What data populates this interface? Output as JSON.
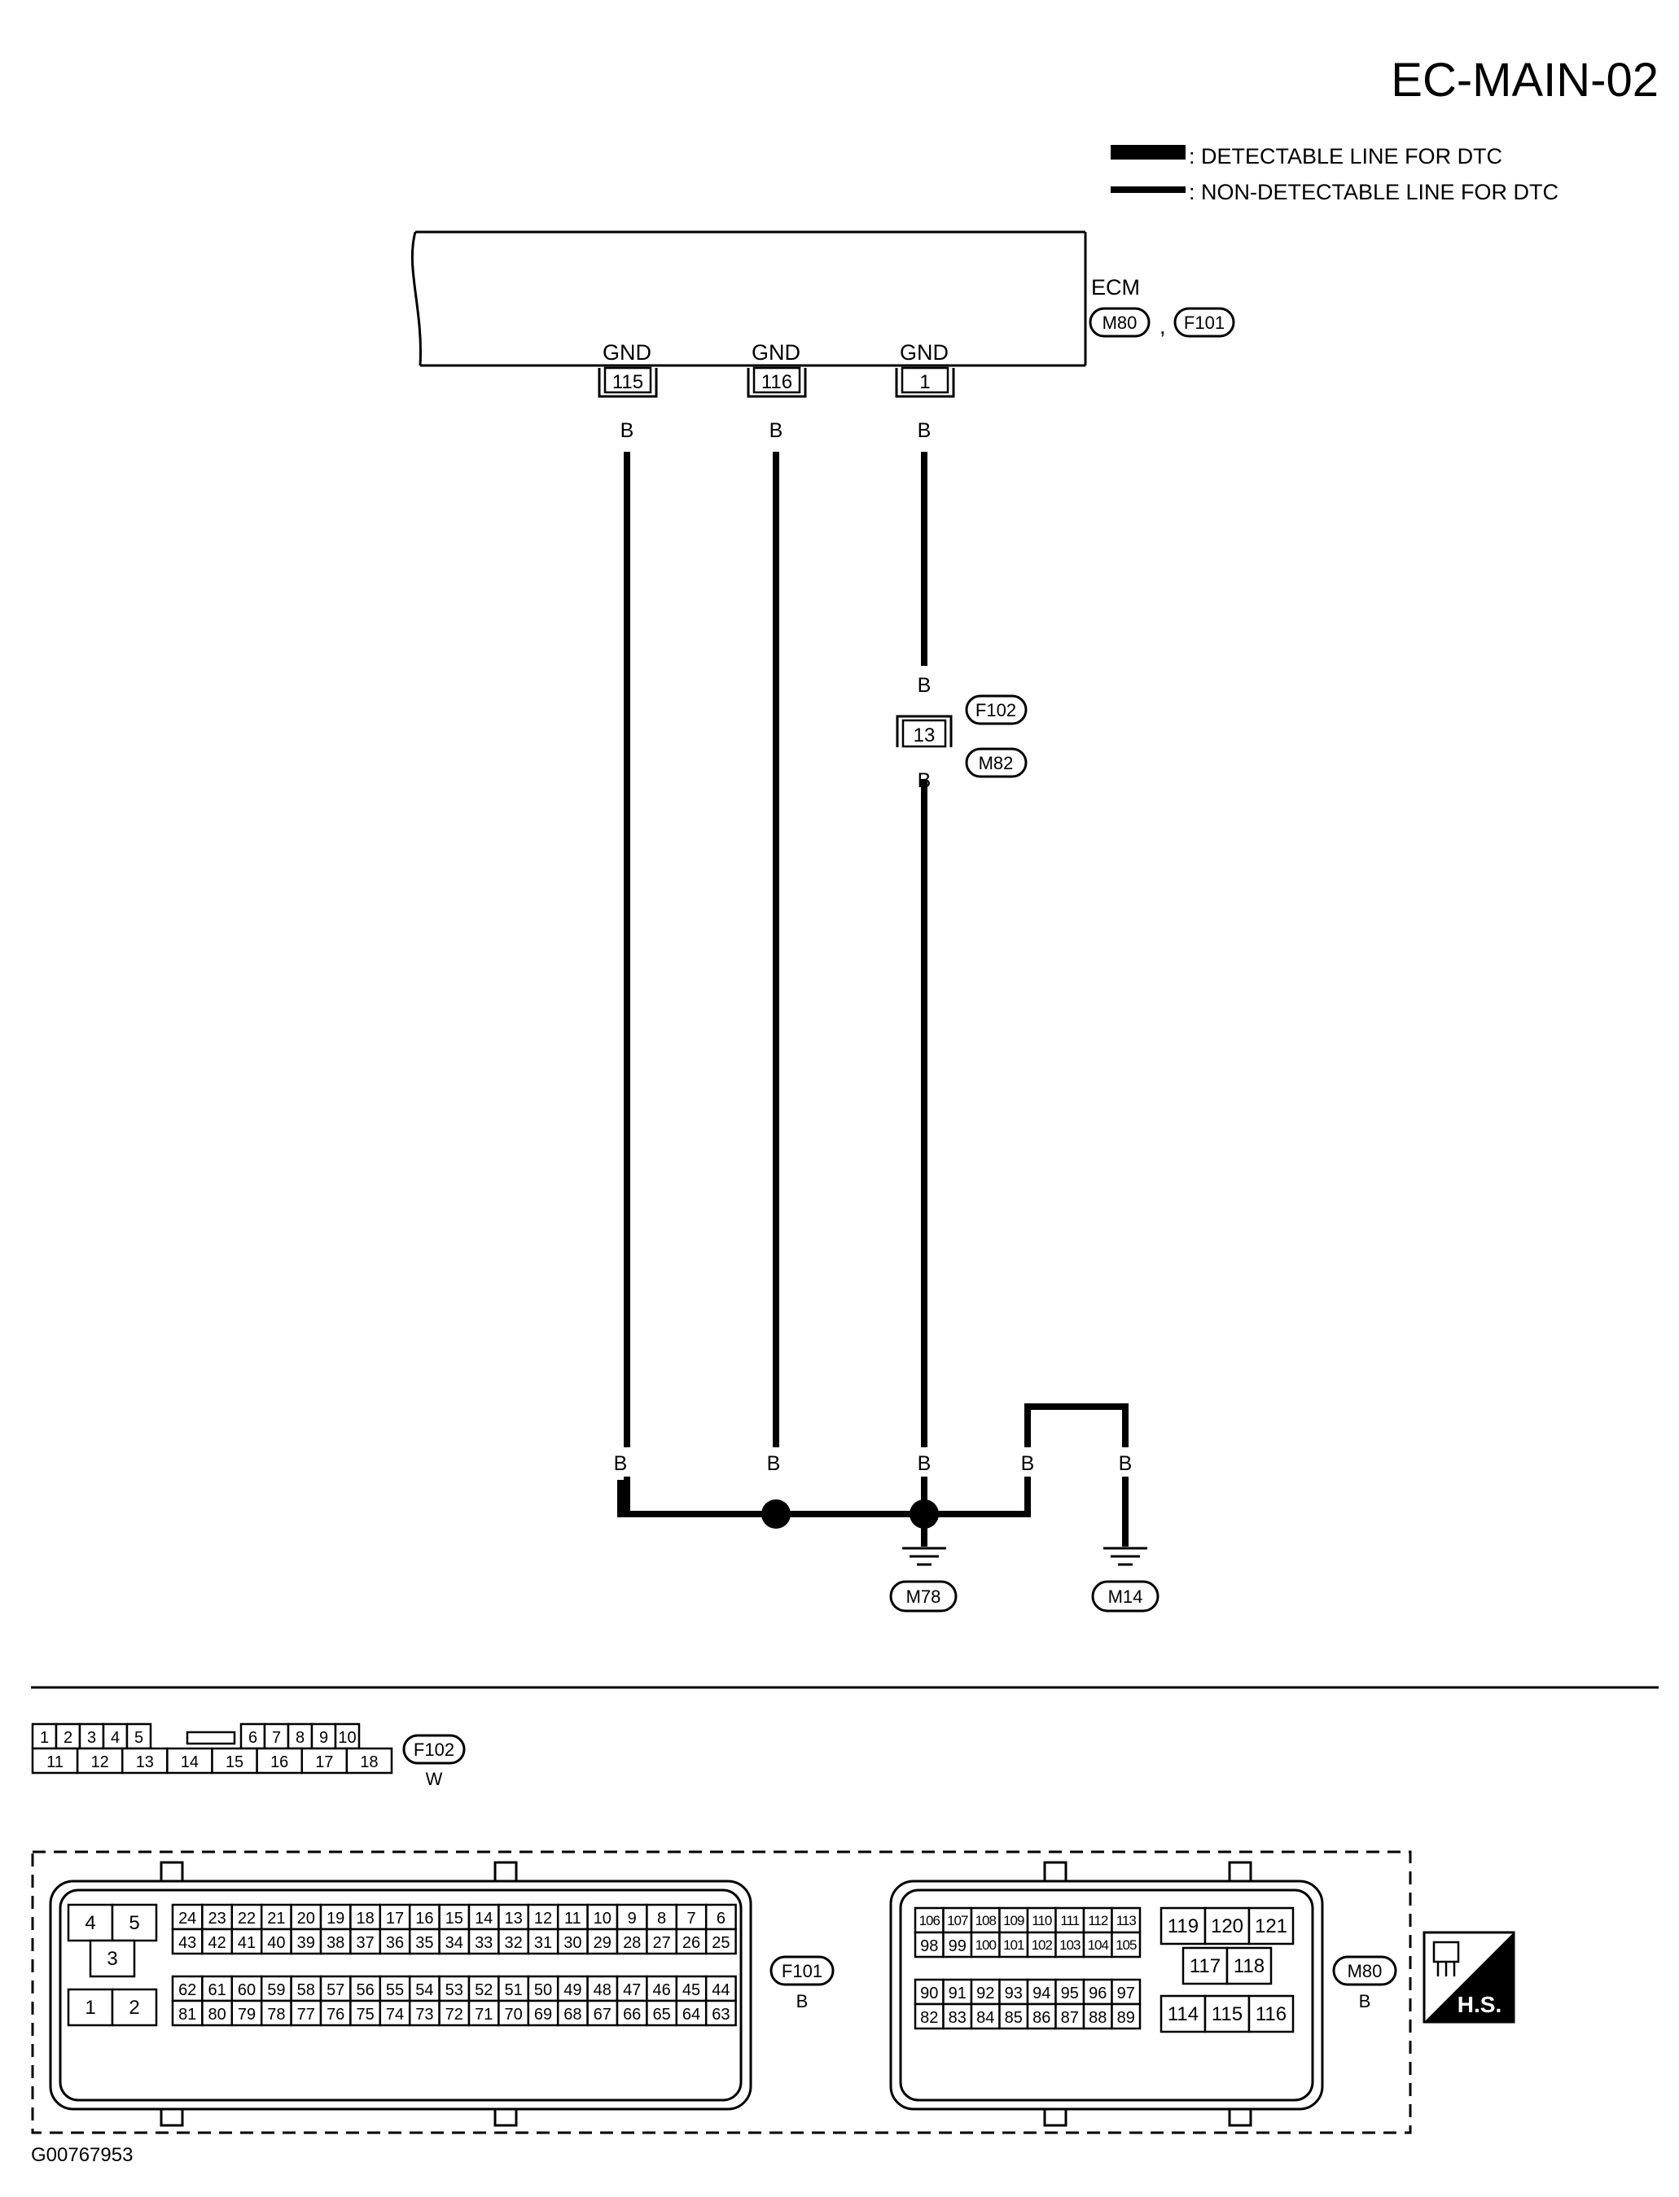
{
  "title": "EC-MAIN-02",
  "legend": [
    {
      "label": ": DETECTABLE LINE FOR DTC",
      "style": "detectable"
    },
    {
      "label": ": NON-DETECTABLE LINE FOR DTC",
      "style": "non-detectable"
    }
  ],
  "ecm": {
    "name": "ECM",
    "connectors": [
      "M80",
      "F101"
    ],
    "separator": ",",
    "terminals": [
      {
        "pin": "115",
        "label": "GND",
        "wire_color": "B"
      },
      {
        "pin": "116",
        "label": "GND",
        "wire_color": "B"
      },
      {
        "pin": "1",
        "label": "GND",
        "wire_color": "B"
      }
    ]
  },
  "joint_connector": {
    "pin": "13",
    "upper": "F102",
    "lower": "M82",
    "wire_color_in": "B",
    "wire_color_out": "B"
  },
  "lower_wire_colors": [
    "B",
    "B",
    "B",
    "B",
    "B"
  ],
  "grounds": [
    "M78",
    "M14"
  ],
  "connector_views": [
    {
      "id": "F102",
      "color": "W",
      "row1": [
        "1",
        "2",
        "3",
        "4",
        "5",
        "6",
        "7",
        "8",
        "9",
        "10"
      ],
      "row2": [
        "11",
        "12",
        "13",
        "14",
        "15",
        "16",
        "17",
        "18"
      ]
    },
    {
      "id": "F101",
      "color": "B",
      "left_pins": [
        "4",
        "5",
        "3",
        "1",
        "2"
      ],
      "rows": [
        [
          "24",
          "23",
          "22",
          "21",
          "20",
          "19",
          "18",
          "17",
          "16",
          "15",
          "14",
          "13",
          "12",
          "11",
          "10",
          "9",
          "8",
          "7",
          "6"
        ],
        [
          "43",
          "42",
          "41",
          "40",
          "39",
          "38",
          "37",
          "36",
          "35",
          "34",
          "33",
          "32",
          "31",
          "30",
          "29",
          "28",
          "27",
          "26",
          "25"
        ],
        [
          "62",
          "61",
          "60",
          "59",
          "58",
          "57",
          "56",
          "55",
          "54",
          "53",
          "52",
          "51",
          "50",
          "49",
          "48",
          "47",
          "46",
          "45",
          "44"
        ],
        [
          "81",
          "80",
          "79",
          "78",
          "77",
          "76",
          "75",
          "74",
          "73",
          "72",
          "71",
          "70",
          "69",
          "68",
          "67",
          "66",
          "65",
          "64",
          "63"
        ]
      ]
    },
    {
      "id": "M80",
      "color": "B",
      "rows": [
        [
          "106",
          "107",
          "108",
          "109",
          "110",
          "111",
          "112",
          "113"
        ],
        [
          "98",
          "99",
          "100",
          "101",
          "102",
          "103",
          "104",
          "105"
        ],
        [
          "90",
          "91",
          "92",
          "93",
          "94",
          "95",
          "96",
          "97"
        ],
        [
          "82",
          "83",
          "84",
          "85",
          "86",
          "87",
          "88",
          "89"
        ]
      ],
      "right_pins": [
        "119",
        "120",
        "121",
        "117",
        "118",
        "114",
        "115",
        "116"
      ]
    }
  ],
  "harness_badge": "H.S.",
  "footer_code": "G00767953"
}
